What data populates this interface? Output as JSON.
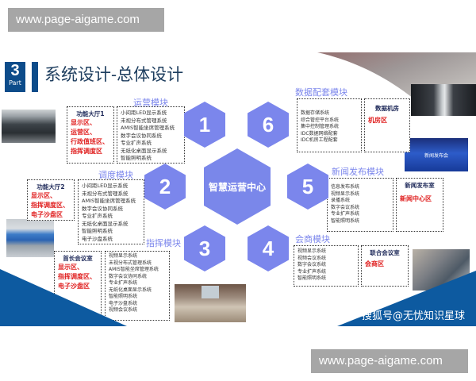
{
  "watermarks": {
    "top": "www.page-aigame.com",
    "bottom": "www.page-aigame.com"
  },
  "header": {
    "part_number": "3",
    "part_label": "Part",
    "title": "系统设计-总体设计"
  },
  "center_hub": {
    "label": "智慧运营中心"
  },
  "hexagons": [
    {
      "number": "1"
    },
    {
      "number": "2"
    },
    {
      "number": "3"
    },
    {
      "number": "4"
    },
    {
      "number": "5"
    },
    {
      "number": "6"
    }
  ],
  "modules": {
    "operations": {
      "title": "运营模块",
      "hall": {
        "title": "功能大厅1",
        "zones": [
          "显示区、",
          "运营区、",
          "行政值班区、",
          "指挥调度区"
        ]
      },
      "systems": [
        "小间距LED显示系统",
        "未视分布式管理系统",
        "AMIS智能坐席管理系统",
        "数字会议协同系统",
        "专业扩声系统",
        "无纸化桌面显示系统",
        "智能照明系统"
      ]
    },
    "dispatch": {
      "title": "调度模块",
      "hall": {
        "title": "功能大厅2",
        "zones": [
          "显示区、",
          "指挥调度区、",
          "电子沙盘区"
        ]
      },
      "systems": [
        "小间距LED显示系统",
        "未视分布式管理系统",
        "AMIS智能坐席管理系统",
        "数字会议协同系统",
        "专业扩声系统",
        "无纸化桌面显示系统",
        "智能照明系统",
        "电子沙盘系统"
      ]
    },
    "command": {
      "title": "指挥模块",
      "hall": {
        "title": "首长会议室",
        "zones": [
          "显示区、",
          "指挥调度区、",
          "电子沙盘区"
        ]
      },
      "systems": [
        "视频显示系统",
        "未视分布式管理系统",
        "AMIS智能坐席管理系统",
        "数字会议协同系统",
        "专业扩声系统",
        "无纸化桌面显示系统",
        "智能照明系统",
        "电子沙盘系统",
        "视频会议系统"
      ]
    },
    "business": {
      "title": "会商模块",
      "hall": {
        "title": "联合会议室",
        "zones": [
          "会商区"
        ]
      },
      "systems": [
        "视频显示系统",
        "视频会议系统",
        "数字会议系统",
        "专业扩声系统",
        "智能照明系统"
      ]
    },
    "press": {
      "title": "新闻发布模块",
      "hall": {
        "title": "新闻发布室",
        "zones": [
          "新闻中心区"
        ]
      },
      "systems": [
        "信息发布系统",
        "视频显示系统",
        "录播系统",
        "数字会议系统",
        "专业扩声系统",
        "智能照明系统"
      ]
    },
    "data": {
      "title": "数据配套模块",
      "hall": {
        "title": "数据机房",
        "zones": [
          "机房区"
        ]
      },
      "systems": [
        "数据存储系统",
        "综合管控平台系统",
        "集中控制管理系统",
        "IDC数据网络配套",
        "IDC机房工程配套"
      ]
    }
  },
  "photos": {
    "press_screen_caption": "新闻发布会"
  },
  "credit": "搜狐号@无忧知识星球",
  "colors": {
    "hex": "#7b86ec",
    "brand_blue": "#0d4c8a",
    "zone_red": "#e02020"
  }
}
